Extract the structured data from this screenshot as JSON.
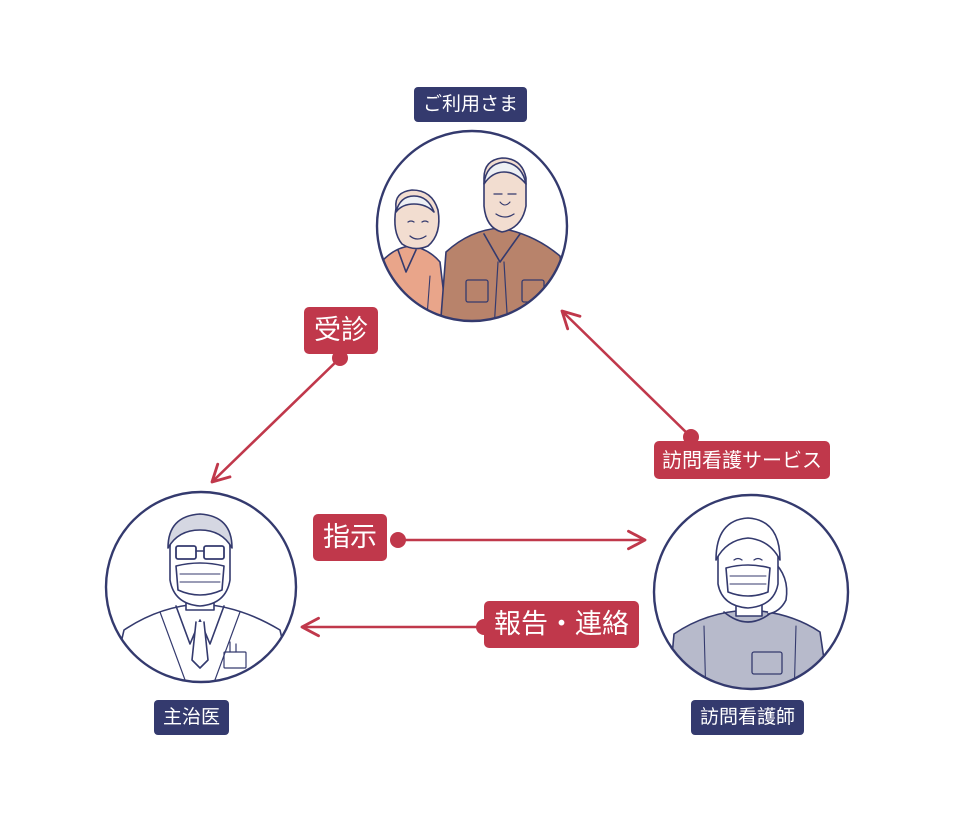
{
  "colors": {
    "navy": "#343a6e",
    "red": "#c0384b",
    "skin": "#f2ddd0",
    "jacket": "#b8836b",
    "scrub": "#b7bacb"
  },
  "nodes": {
    "patient": {
      "label": "ご利用さま"
    },
    "doctor": {
      "label": "主治医"
    },
    "nurse": {
      "label": "訪問看護師"
    }
  },
  "edges": {
    "consult": {
      "label": "受診"
    },
    "instruct": {
      "label": "指示"
    },
    "report": {
      "label": "報告・連絡"
    },
    "service": {
      "label": "訪問看護サービス"
    }
  }
}
